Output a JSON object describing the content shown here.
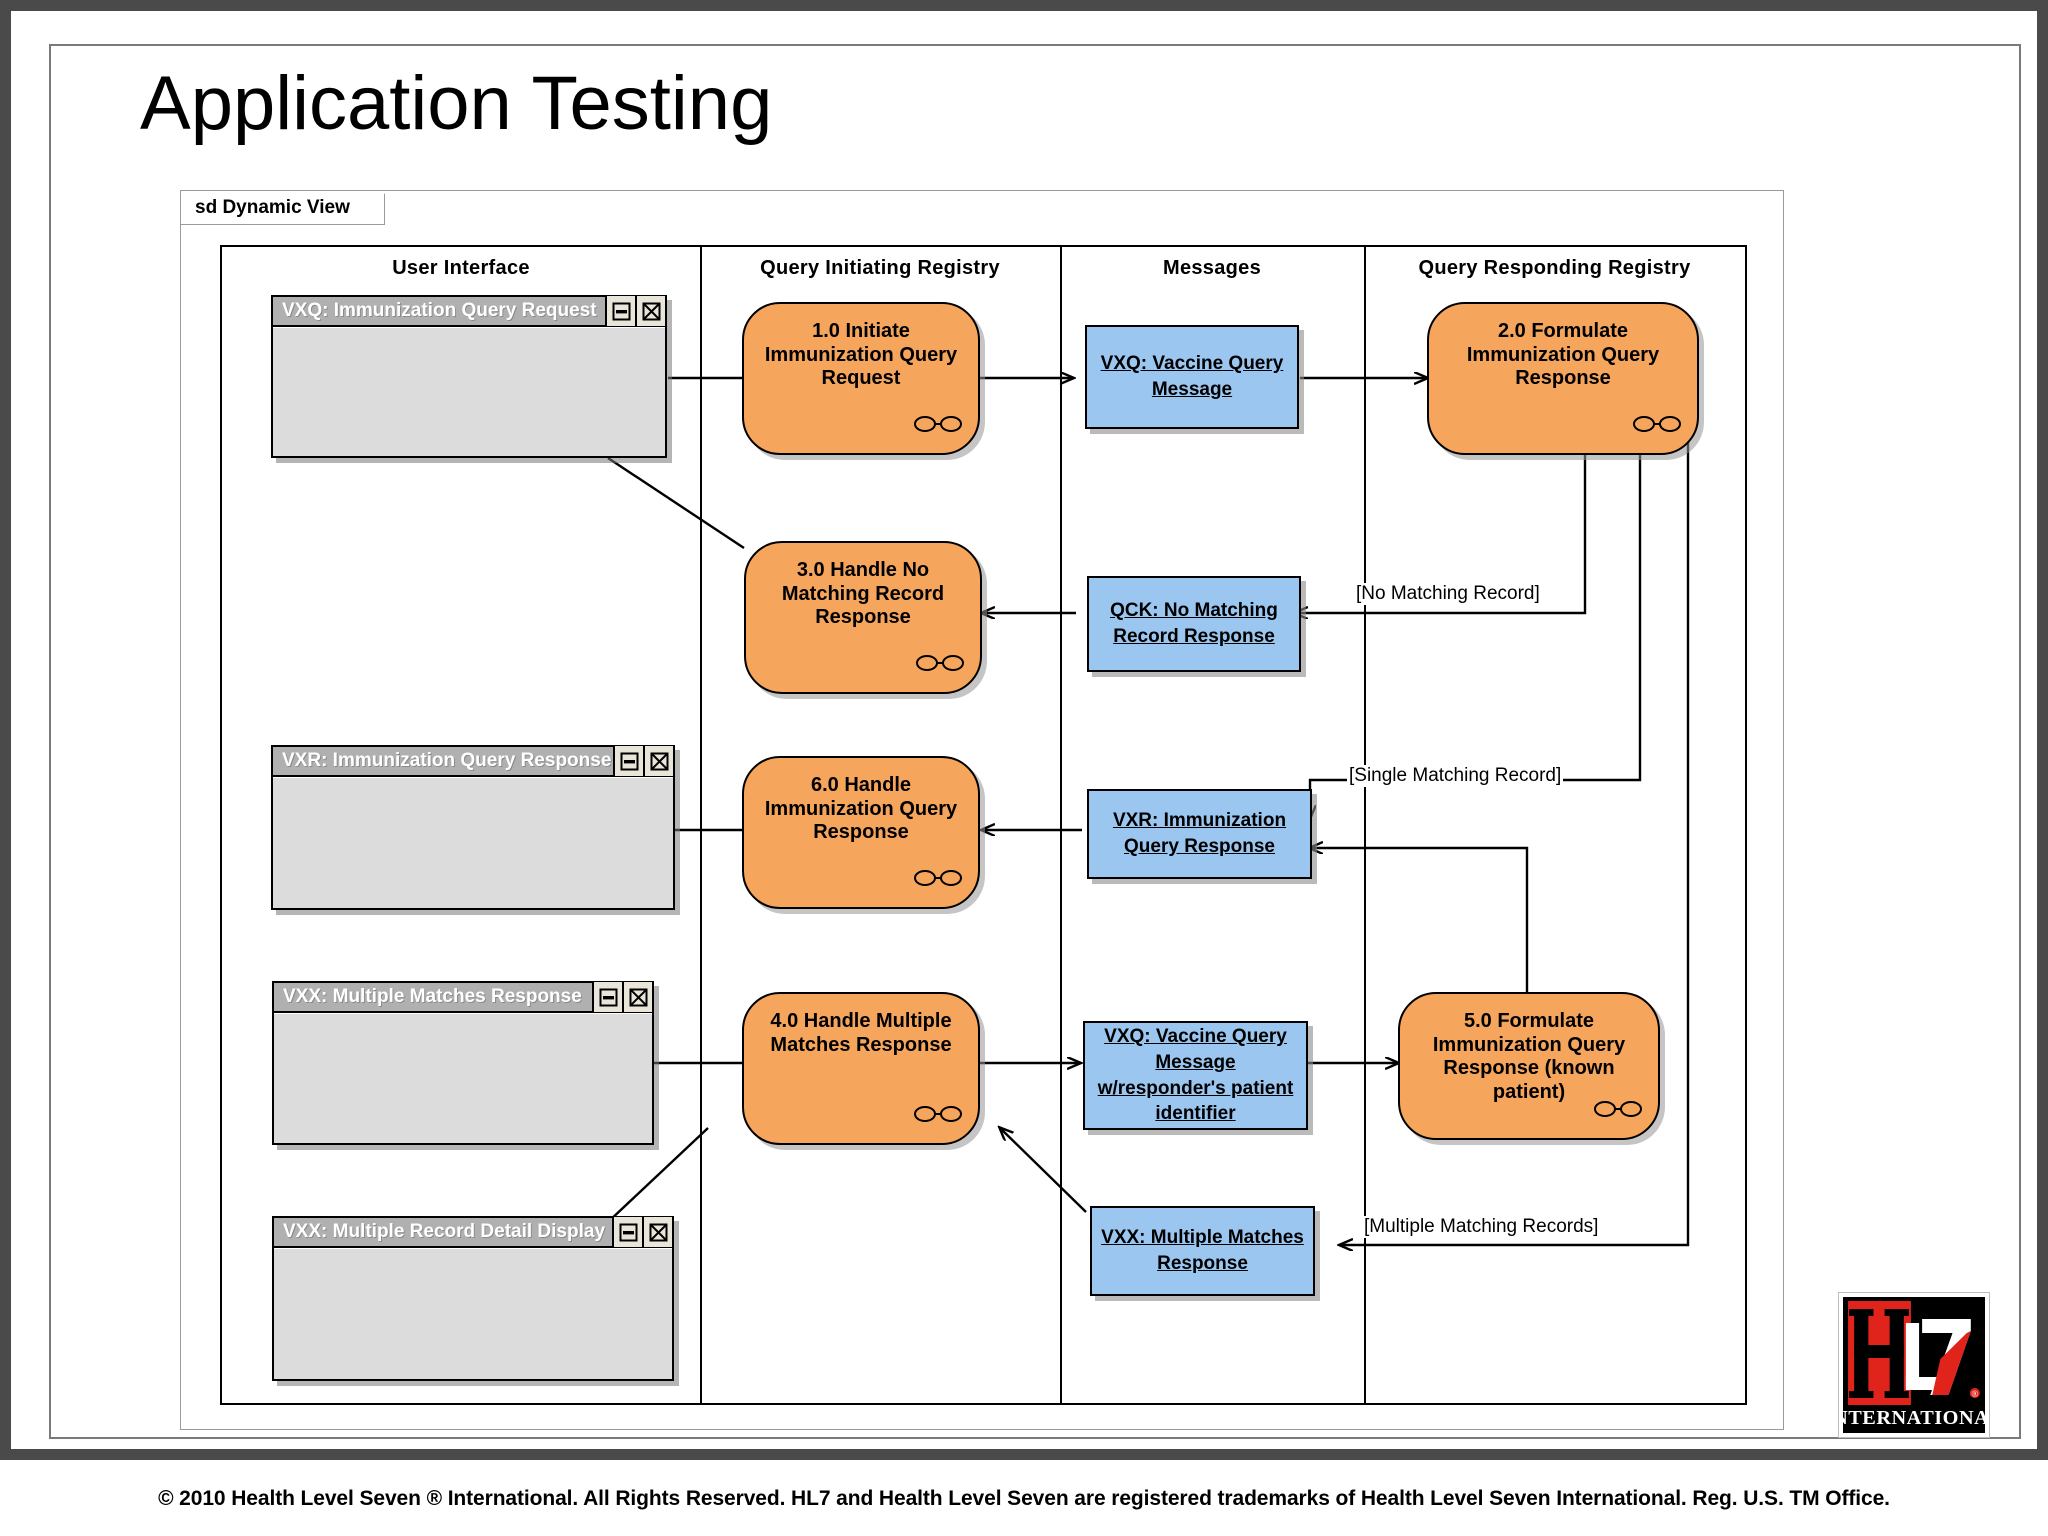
{
  "slide": {
    "title": "Application Testing",
    "footer": "© 2010 Health Level Seven ® International. All Rights Reserved. HL7 and Health Level Seven are registered trademarks of Health Level Seven International. Reg. U.S. TM Office."
  },
  "diagram": {
    "frame_label": "sd Dynamic View",
    "type": "uml-sequence-swimlane",
    "lanes": [
      {
        "id": "user-interface",
        "label": "User Interface"
      },
      {
        "id": "query-initiating-registry",
        "label": "Query Initiating Registry"
      },
      {
        "id": "messages",
        "label": "Messages"
      },
      {
        "id": "query-responding-registry",
        "label": "Query Responding Registry"
      }
    ],
    "windows": [
      {
        "id": "vxq-immunization-query-request",
        "title": "VXQ: Immunization Query Request",
        "lane": "user-interface"
      },
      {
        "id": "vxr-immunization-query-response",
        "title": "VXR: Immunization Query Response",
        "lane": "user-interface"
      },
      {
        "id": "vxx-multiple-matches-response",
        "title": "VXX: Multiple Matches Response",
        "lane": "user-interface"
      },
      {
        "id": "vxx-multiple-record-detail-display",
        "title": "VXX: Multiple Record Detail Display",
        "lane": "user-interface"
      }
    ],
    "window_buttons": {
      "minimize": "minimize-icon",
      "close": "close-icon"
    },
    "processes": [
      {
        "id": "p1",
        "label": "1.0 Initiate Immunization Query Request",
        "lane": "query-initiating-registry"
      },
      {
        "id": "p3",
        "label": "3.0 Handle No Matching Record Response",
        "lane": "query-initiating-registry"
      },
      {
        "id": "p6",
        "label": "6.0 Handle Immunization Query Response",
        "lane": "query-initiating-registry"
      },
      {
        "id": "p4",
        "label": "4.0 Handle Multiple Matches Response",
        "lane": "query-initiating-registry"
      },
      {
        "id": "p2",
        "label": "2.0 Formulate Immunization Query Response",
        "lane": "query-responding-registry"
      },
      {
        "id": "p5",
        "label": "5.0 Formulate Immunization Query Response (known patient)",
        "lane": "query-responding-registry"
      }
    ],
    "messages": [
      {
        "id": "m-vxq",
        "label": "VXQ: Vaccine Query Message"
      },
      {
        "id": "m-qck",
        "label": "QCK: No Matching Record Response"
      },
      {
        "id": "m-vxr",
        "label": "VXR: Immunization Query Response"
      },
      {
        "id": "m-vxq-pid",
        "label": "VXQ: Vaccine Query Message w/responder's patient identifier"
      },
      {
        "id": "m-vxx",
        "label": "VXX: Multiple Matches Response"
      }
    ],
    "guards": [
      {
        "id": "g-no-match",
        "label": "[No Matching Record]"
      },
      {
        "id": "g-single-match",
        "label": "[Single Matching Record]"
      },
      {
        "id": "g-multi-match",
        "label": "[Multiple Matching Records]"
      }
    ],
    "colors": {
      "process_fill": "#f6a55c",
      "message_fill": "#9ac6f0",
      "window_body": "#dcdcdc",
      "window_titlebar": "#b0b0b0",
      "frame_border": "#4a4a4a",
      "logo_red": "#e1241b"
    }
  },
  "logo": {
    "mark": "HL7",
    "subtitle": "INTERNATIONAL",
    "registered": "®"
  }
}
